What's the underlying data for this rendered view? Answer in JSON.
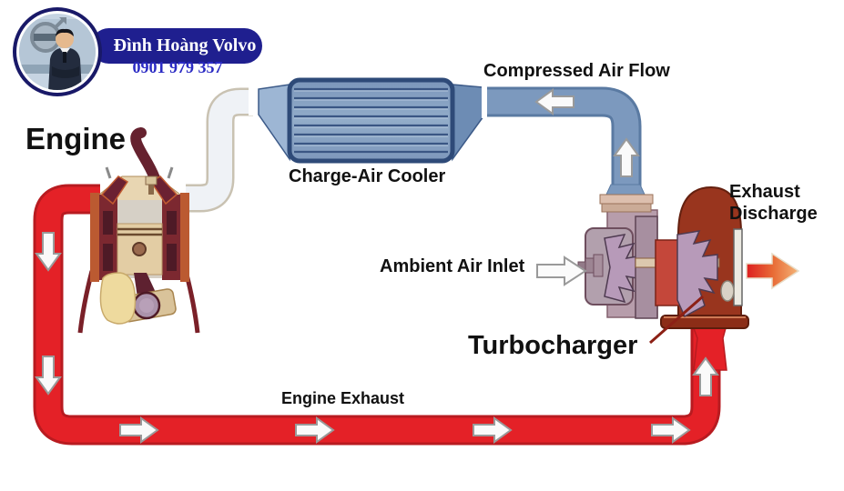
{
  "badge": {
    "dealer_name": "Đình Hoàng Volvo",
    "phone": "0901 979 357",
    "avatar_icon": "volvo-dealer-portrait",
    "logo_icon": "volvo-logo",
    "pill_color": "#1f1f8f",
    "phone_color": "#2b2bc4"
  },
  "diagram": {
    "title_implied": "Turbocharger air and exhaust flow loop",
    "labels": {
      "engine": "Engine",
      "charge_air_cooler": "Charge-Air Cooler",
      "compressed_air_flow": "Compressed Air Flow",
      "ambient_air_inlet": "Ambient Air Inlet",
      "exhaust_discharge_line1": "Exhaust",
      "exhaust_discharge_line2": "Discharge",
      "turbocharger": "Turbocharger",
      "engine_exhaust": "Engine Exhaust"
    },
    "colors": {
      "exhaust_pipe_red": "#e42127",
      "compressed_air_pipe_blue": "#7c99be",
      "cooled_air_pipe_white": "#eff2f6",
      "cooler_fill": "#87a2c4",
      "cooler_border": "#2e4a78",
      "turbine_housing_rust": "#99351e",
      "engine_body_maroon": "#7c2830",
      "discharge_arrow_gradient": [
        "#dd1f1f",
        "#f4b478"
      ]
    },
    "flow_arrows": [
      {
        "name": "exhaust-flow-down-arrow-1",
        "direction": "down"
      },
      {
        "name": "exhaust-flow-down-arrow-2",
        "direction": "down"
      },
      {
        "name": "exhaust-flow-right-arrow-1",
        "direction": "right"
      },
      {
        "name": "exhaust-flow-right-arrow-2",
        "direction": "right"
      },
      {
        "name": "exhaust-flow-right-arrow-3",
        "direction": "right"
      },
      {
        "name": "exhaust-flow-right-arrow-4",
        "direction": "right"
      },
      {
        "name": "exhaust-flow-up-arrow",
        "direction": "up"
      },
      {
        "name": "compressed-air-left-arrow",
        "direction": "left"
      },
      {
        "name": "compressed-air-up-arrow",
        "direction": "up"
      },
      {
        "name": "ambient-air-inlet-arrow",
        "direction": "right"
      },
      {
        "name": "exhaust-discharge-arrow",
        "direction": "right"
      }
    ]
  }
}
